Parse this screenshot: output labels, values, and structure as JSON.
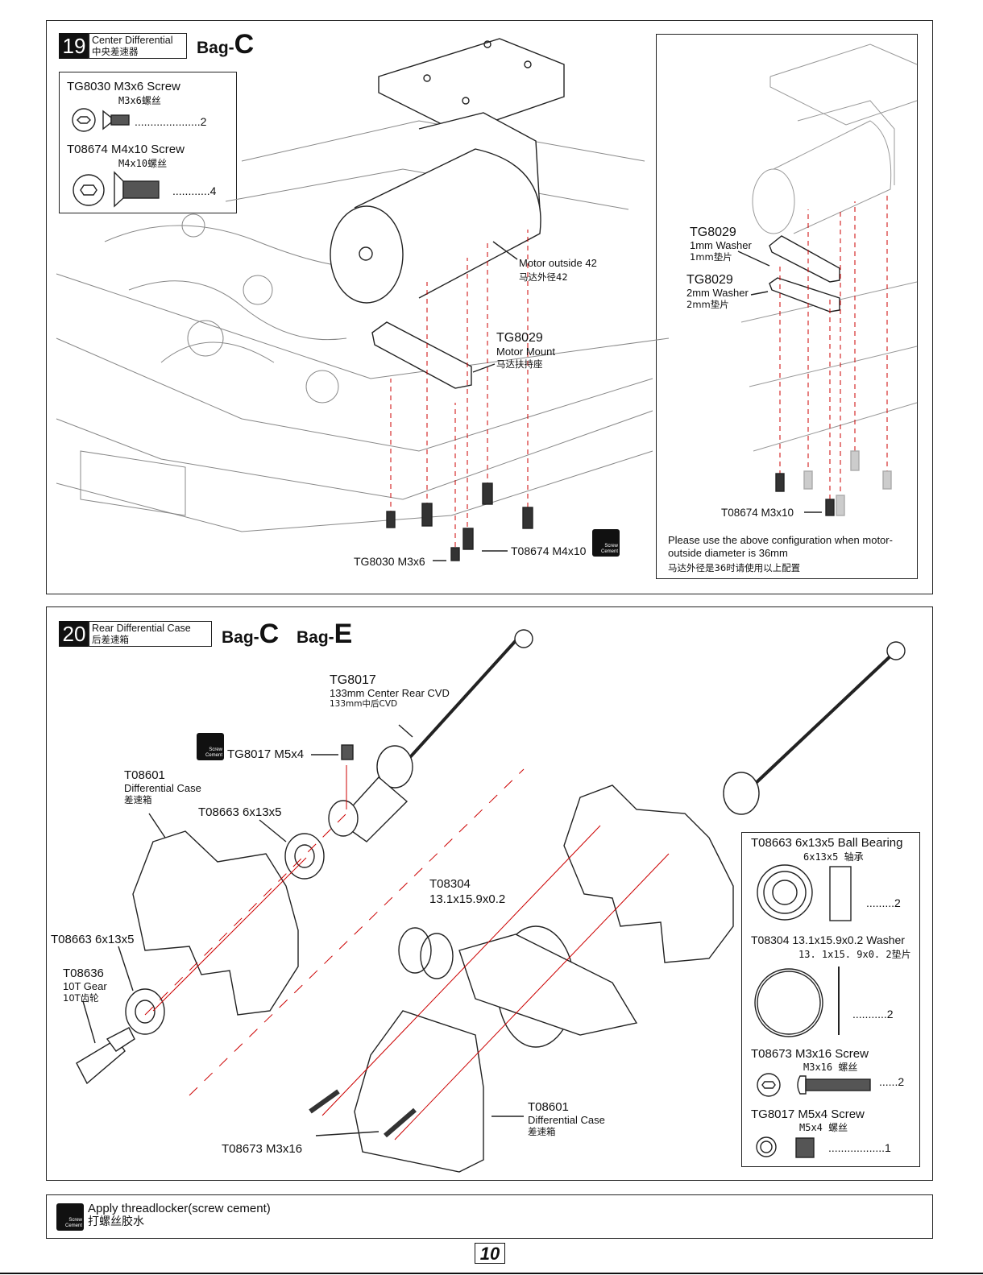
{
  "step19": {
    "number": "19",
    "title_en": "Center Differential",
    "title_cn": "中央差速器",
    "bag_prefix": "Bag-",
    "bag_letter": "C",
    "parts_box": [
      {
        "code": "TG8030 M3x6 Screw",
        "cn": "M3x6螺丝",
        "qty": ".....................2"
      },
      {
        "code": "T08674  M4x10 Screw",
        "cn": "M4x10螺丝",
        "qty": "............4"
      }
    ],
    "labels": {
      "motor_outside_en": "Motor outside 42",
      "motor_outside_cn": "马达外径42",
      "motor_mount_code": "TG8029",
      "motor_mount_en": "Motor Mount",
      "motor_mount_cn": "马达扶持座",
      "screw_m3x6": "TG8030 M3x6",
      "screw_m4x10": "T08674 M4x10"
    },
    "inset": {
      "washer1_code": "TG8029",
      "washer1_en": "1mm Washer",
      "washer1_cn": "1mm垫片",
      "washer2_code": "TG8029",
      "washer2_en": "2mm Washer",
      "washer2_cn": "2mm垫片",
      "screw": "T08674 M3x10",
      "note_en": "Please use the above configuration when motor-outside diameter is 36mm",
      "note_cn": "马达外径是36时请使用以上配置"
    }
  },
  "step20": {
    "number": "20",
    "title_en": "Rear Differential Case",
    "title_cn": "后差速箱",
    "bag1_prefix": "Bag-",
    "bag1_letter": "C",
    "bag2_prefix": "Bag-",
    "bag2_letter": "E",
    "labels": {
      "cvd_code": "TG8017",
      "cvd_en": "133mm Center Rear CVD",
      "cvd_cn": "133mm中后CVD",
      "grub": "TG8017 M5x4",
      "diffcase_code": "T08601",
      "diffcase_en": "Differential Case",
      "diffcase_cn": "差速箱",
      "bearing1": "T08663 6x13x5",
      "bearing2": "T08663 6x13x5",
      "gear_code": "T08636",
      "gear_en": "10T Gear",
      "gear_cn": "10T齿轮",
      "washer_code": "T08304",
      "washer_size": "13.1x15.9x0.2",
      "diffcase2_code": "T08601",
      "diffcase2_en": "Differential Case",
      "diffcase2_cn": "差速箱",
      "screw": "T08673  M3x16"
    },
    "parts_box": [
      {
        "code": "T08663  6x13x5 Ball Bearing",
        "cn": "6x13x5 轴承",
        "qty": ".........2"
      },
      {
        "code": "T08304 13.1x15.9x0.2 Washer",
        "cn": "13. 1x15. 9x0. 2垫片",
        "qty": "...........2"
      },
      {
        "code": "T08673   M3x16 Screw",
        "cn": "M3x16 螺丝",
        "qty": "......2"
      },
      {
        "code": "TG8017 M5x4 Screw",
        "cn": "M5x4 螺丝",
        "qty": "..................1"
      }
    ]
  },
  "footer": {
    "threadlocker_en": "Apply threadlocker(screw cement)",
    "threadlocker_cn": "打螺丝胶水",
    "screw_cement_label": "Screw Cement",
    "page": "10"
  }
}
